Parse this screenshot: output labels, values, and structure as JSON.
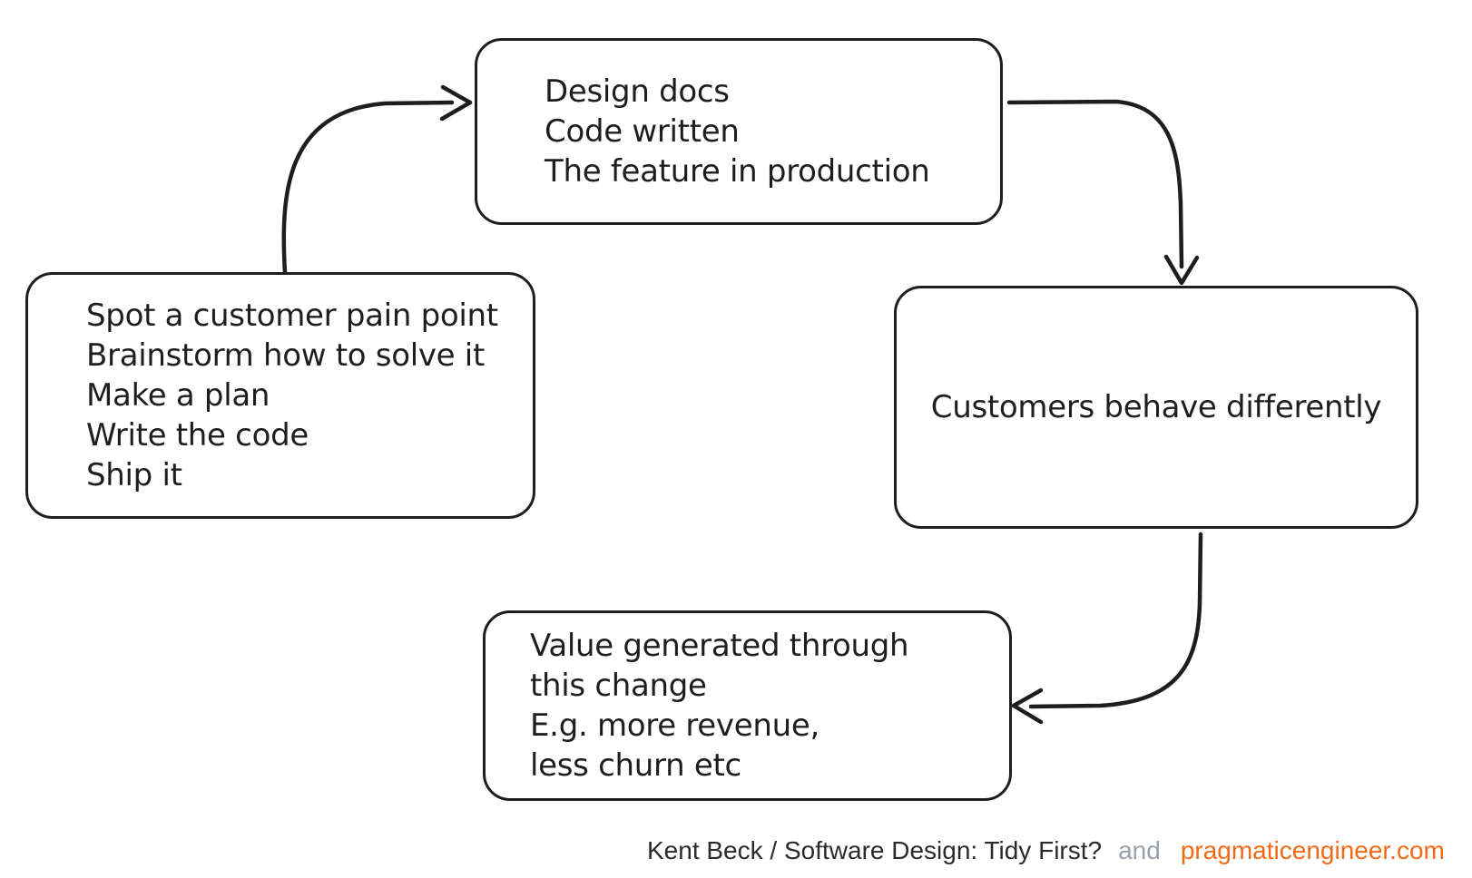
{
  "canvas": {
    "background_color": "#ffffff",
    "ink_color": "#1e1e1e"
  },
  "boxes": {
    "shipped": {
      "lines": [
        "Design docs",
        "Code written",
        "The feature in production"
      ]
    },
    "plan": {
      "lines": [
        "Spot a customer pain point",
        "Brainstorm how to solve it",
        "Make a plan",
        "Write the code",
        "Ship it"
      ]
    },
    "behavior": {
      "lines": [
        "Customers behave differently"
      ]
    },
    "value": {
      "lines": [
        "Value generated through",
        "this change",
        "E.g. more revenue,",
        "less churn etc"
      ]
    }
  },
  "arrows": [
    {
      "name": "arrow-plan-to-shipped",
      "from": "plan-box",
      "to": "shipped-box"
    },
    {
      "name": "arrow-shipped-to-behavior",
      "from": "shipped-box",
      "to": "behavior-box"
    },
    {
      "name": "arrow-behavior-to-value",
      "from": "behavior-box",
      "to": "value-box"
    }
  ],
  "attribution": {
    "source": "Kent Beck / Software Design: Tidy First?",
    "conjunction": "and",
    "site": "pragmaticengineer.com",
    "source_color": "#2b2b2b",
    "conjunction_color": "#9aa1a9",
    "site_color": "#f26a17"
  }
}
